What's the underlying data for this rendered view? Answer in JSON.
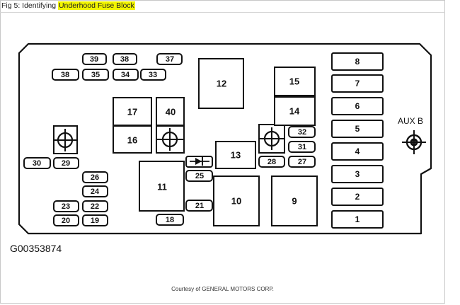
{
  "header": {
    "prefix": "Fig 5: Identifying ",
    "highlight": "Underhood Fuse Block",
    "highlight_color": "#f2f500"
  },
  "figure_id": "G00353874",
  "credit": "Courtesy of GENERAL MOTORS CORP.",
  "aux_label": "AUX B",
  "fuses": {
    "f39": "39",
    "f38a": "38",
    "f37": "37",
    "f38b": "38",
    "f35": "35",
    "f34": "34",
    "f33": "33",
    "f30": "30",
    "f29": "29",
    "f26": "26",
    "f24": "24",
    "f23": "23",
    "f22": "22",
    "f20": "20",
    "f19": "19",
    "f18": "18",
    "f25": "25",
    "f21": "21",
    "f32": "32",
    "f31": "31",
    "f28": "28",
    "f27": "27"
  },
  "relays": {
    "r12": "12",
    "r17": "17",
    "r40": "40",
    "r16": "16",
    "r11": "11",
    "r13": "13",
    "r10": "10",
    "r15": "15",
    "r14": "14",
    "r9": "9"
  },
  "maxi_fuses": {
    "m8a": "8",
    "m7": "7",
    "m6": "6",
    "m5": "5",
    "m4": "4",
    "m3": "3",
    "m2": "2",
    "m1": "1"
  },
  "icons": [
    "mounting-stud-icon",
    "diode-icon",
    "aux-b-terminal-icon"
  ]
}
